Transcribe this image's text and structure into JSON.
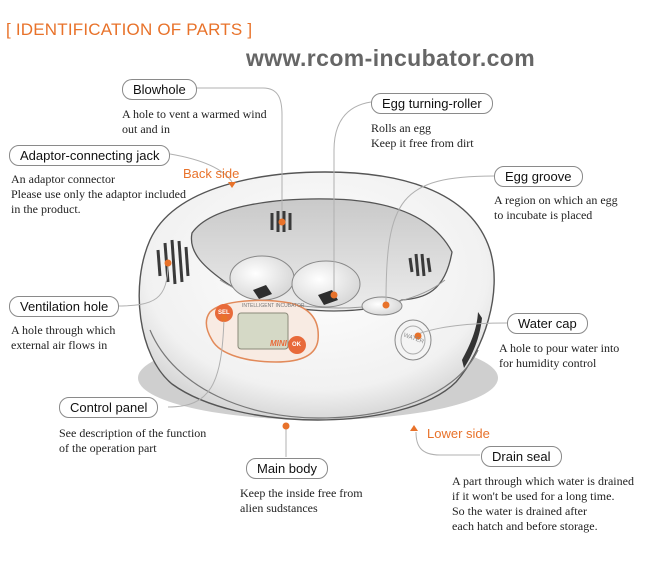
{
  "title": "[ IDENTIFICATION OF PARTS ]",
  "website": "www.rcom-incubator.com",
  "sides": {
    "back": "Back side",
    "lower": "Lower side"
  },
  "device": {
    "panel_brand": "MINI",
    "panel_heading": "INTELLIGENT INCUBATOR",
    "left_button": "SEL",
    "right_button": "OK",
    "water_cap_text": "WATER"
  },
  "parts": [
    {
      "label": "Blowhole",
      "description": [
        "A hole to vent a warmed wind",
        "out and in"
      ]
    },
    {
      "label": "Egg turning-roller",
      "description": [
        "Rolls an egg",
        "Keep it free from dirt"
      ]
    },
    {
      "label": "Adaptor-connecting jack",
      "description": [
        "An adaptor connector",
        "Please use only the adaptor included",
        "in the product."
      ]
    },
    {
      "label": "Egg groove",
      "description": [
        "A region on which an egg",
        "to incubate is placed"
      ]
    },
    {
      "label": "Ventilation hole",
      "description": [
        "A hole through which",
        "external air flows in"
      ]
    },
    {
      "label": "Water cap",
      "description": [
        "A hole to pour water into",
        "for humidity  control"
      ]
    },
    {
      "label": "Control panel",
      "description": [
        "See description of the function",
        "of the operation part"
      ]
    },
    {
      "label": "Drain seal",
      "description": [
        "A part through which water is drained",
        "if it won't be used for a long time.",
        "So the water is drained after",
        "each hatch and before storage."
      ]
    },
    {
      "label": "Main body",
      "description": [
        "Keep the inside free from",
        "alien sudstances"
      ]
    }
  ],
  "colors": {
    "accent": "#e8722a",
    "leader": "#b0b0b0",
    "outline": "#555555"
  }
}
